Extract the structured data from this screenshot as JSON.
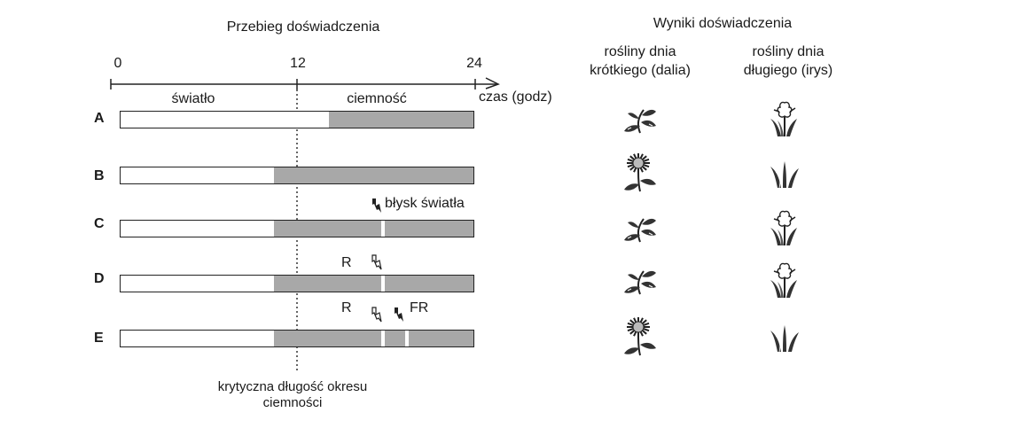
{
  "left_panel": {
    "title": "Przebieg doświadczenia",
    "axis": {
      "ticks": [
        "0",
        "12",
        "24"
      ],
      "unit_label": "czas (godz)",
      "light_label": "światło",
      "dark_label": "ciemność"
    },
    "rows": [
      {
        "label": "A",
        "dark_start_h": 14
      },
      {
        "label": "B",
        "dark_start_h": 10.5
      },
      {
        "label": "C",
        "dark_start_h": 10.5,
        "flashes": [
          {
            "type": "flash",
            "label": "błysk światła"
          }
        ]
      },
      {
        "label": "D",
        "dark_start_h": 10.5,
        "flashes": [
          {
            "type": "R",
            "label": "R"
          }
        ]
      },
      {
        "label": "E",
        "dark_start_h": 10.5,
        "flashes": [
          {
            "type": "R",
            "label": "R"
          },
          {
            "type": "FR",
            "label": "FR"
          }
        ]
      }
    ],
    "critical_line_label_1": "krytyczna długość okresu",
    "critical_line_label_2": "ciemności"
  },
  "right_panel": {
    "title": "Wyniki doświadczenia",
    "col_short_1": "rośliny dnia",
    "col_short_2": "krótkiego (dalia)",
    "col_long_1": "rośliny dnia",
    "col_long_2": "długiego (irys)",
    "results": [
      {
        "row": "A",
        "short_day": "not-flowering-icon",
        "long_day": "flowering-icon"
      },
      {
        "row": "B",
        "short_day": "flowering-icon",
        "long_day": "not-flowering-icon"
      },
      {
        "row": "C",
        "short_day": "not-flowering-icon",
        "long_day": "flowering-icon"
      },
      {
        "row": "D",
        "short_day": "not-flowering-icon",
        "long_day": "flowering-icon"
      },
      {
        "row": "E",
        "short_day": "flowering-icon",
        "long_day": "not-flowering-icon"
      }
    ]
  },
  "colors": {
    "dark_period": "#a8a8a8",
    "light_period": "#ffffff",
    "outline": "#222222"
  }
}
